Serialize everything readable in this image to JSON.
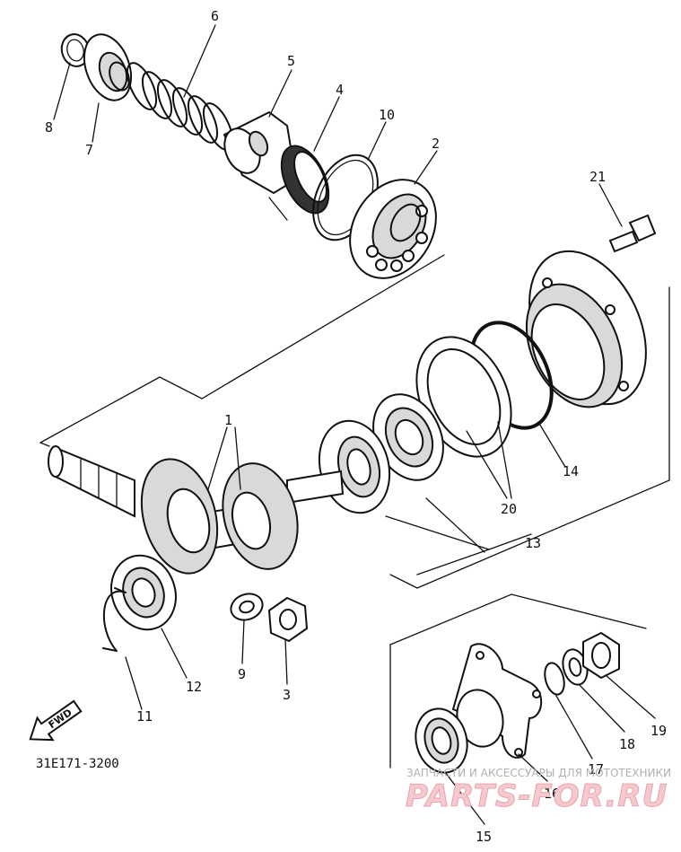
{
  "diagram_code": "31E171-3200",
  "direction_arrow": {
    "label": "FWD",
    "icon": "forward-arrow-icon"
  },
  "watermark": {
    "caption": "ЗАПЧАСТИ И АКСЕССУАРЫ ДЛЯ МОТОТЕХНИКИ",
    "brand": "PARTS-FOR.RU",
    "colors": {
      "caption": "#b0b0b0",
      "brand_fill": "#f6c9cf",
      "brand_stroke": "#e8a3ad"
    }
  },
  "callouts": [
    {
      "id": "callout-1",
      "label": "1"
    },
    {
      "id": "callout-2",
      "label": "2"
    },
    {
      "id": "callout-3",
      "label": "3"
    },
    {
      "id": "callout-4",
      "label": "4"
    },
    {
      "id": "callout-5",
      "label": "5"
    },
    {
      "id": "callout-6",
      "label": "6"
    },
    {
      "id": "callout-7",
      "label": "7"
    },
    {
      "id": "callout-8",
      "label": "8"
    },
    {
      "id": "callout-9",
      "label": "9"
    },
    {
      "id": "callout-10",
      "label": "10"
    },
    {
      "id": "callout-11",
      "label": "11"
    },
    {
      "id": "callout-12",
      "label": "12"
    },
    {
      "id": "callout-13",
      "label": "13"
    },
    {
      "id": "callout-14",
      "label": "14"
    },
    {
      "id": "callout-15",
      "label": "15"
    },
    {
      "id": "callout-16",
      "label": "16"
    },
    {
      "id": "callout-17",
      "label": "17"
    },
    {
      "id": "callout-18",
      "label": "18"
    },
    {
      "id": "callout-19",
      "label": "19"
    },
    {
      "id": "callout-20",
      "label": "20"
    },
    {
      "id": "callout-21",
      "label": "21"
    }
  ]
}
